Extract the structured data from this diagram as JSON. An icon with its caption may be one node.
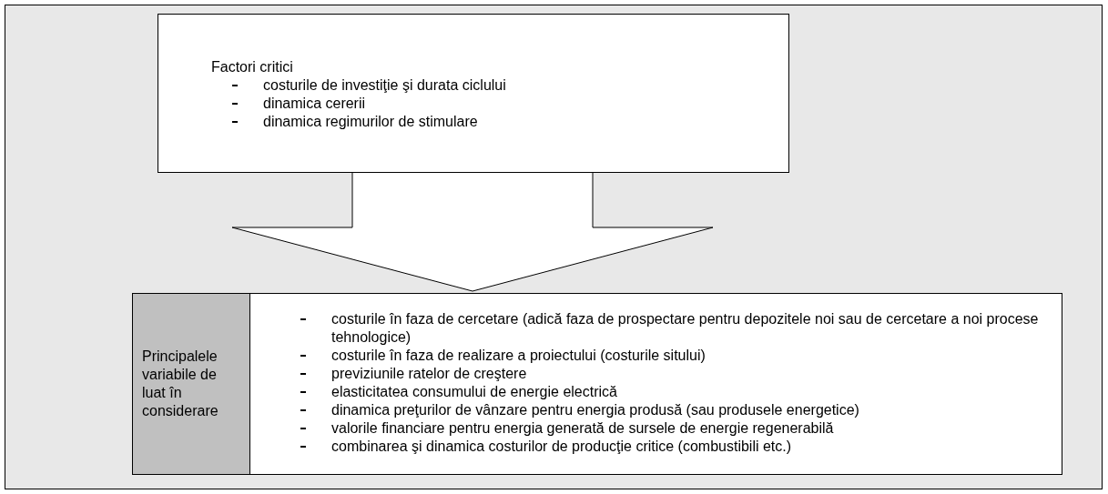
{
  "diagram": {
    "nodes": [
      {
        "text": [
          "Factori critici",
          "costurile de investiţie şi durata ciclului",
          "dinamica cererii",
          "dinamica regimurilor de stimulare"
        ]
      },
      {
        "text": [
          "Principalele variabile de luat în considerare"
        ]
      },
      {
        "text": [
          "costurile în faza de cercetare (adică faza de prospectare pentru depozitele noi sau de cercetare a noi procese tehnologice)",
          "costurile în faza de realizare a proiectului (costurile sitului)",
          "previziunile ratelor de creştere",
          "elasticitatea consumului de energie electrică",
          "dinamica preţurilor de vânzare pentru energia produsă (sau produsele energetice)",
          "valorile financiare pentru energia generată de sursele de energie regenerabilă",
          "combinarea şi dinamica costurilor de producţie critice (combustibili etc.)"
        ]
      }
    ],
    "edges": [
      {
        "from": 0,
        "to": 2,
        "arrow": "to"
      }
    ]
  }
}
